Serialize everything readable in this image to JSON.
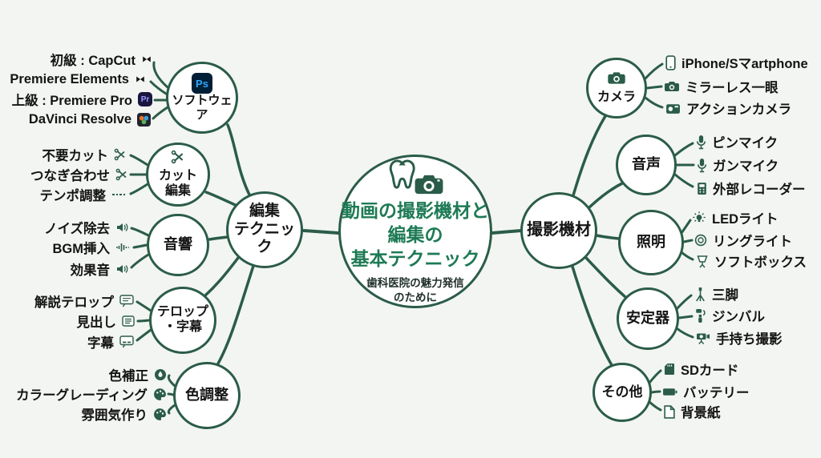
{
  "colors": {
    "background": "#f2f5f1",
    "line": "#2b5c49",
    "center_title": "#1e7a55",
    "node_border": "#2b5c49",
    "leaf_icon": "#2b5c49"
  },
  "center": {
    "title": "動画の撮影機材と\n編集の\n基本テクニック",
    "subtitle": "歯科医院の魅力発信\nのために",
    "icons": [
      "tooth-icon",
      "camera-icon"
    ]
  },
  "badges": {
    "photoshop": "Ps",
    "premiere_pro": "Pr"
  },
  "left": {
    "label": "編集\nテクニック",
    "groups": [
      {
        "label": "ソフトウェ\nア",
        "icon": "photoshop-icon",
        "items": [
          {
            "label": "初級 : CapCut",
            "icon": "capcut-icon"
          },
          {
            "label": "Premiere Elements",
            "icon": "capcut-icon"
          },
          {
            "label": "上級 : Premiere Pro",
            "icon": "premiere-pro-icon"
          },
          {
            "label": "DaVinci Resolve",
            "icon": "davinci-resolve-icon"
          }
        ]
      },
      {
        "label": "カット\n編集",
        "icon": "scissors-icon",
        "items": [
          {
            "label": "不要カット",
            "icon": "scissors-icon"
          },
          {
            "label": "つなぎ合わせ",
            "icon": "scissors-icon"
          },
          {
            "label": "テンポ調整",
            "icon": "dashed-line-icon"
          }
        ]
      },
      {
        "label": "音響",
        "items": [
          {
            "label": "ノイズ除去",
            "icon": "speaker-icon"
          },
          {
            "label": "BGM挿入",
            "icon": "waveform-icon"
          },
          {
            "label": "効果音",
            "icon": "speaker-icon"
          }
        ]
      },
      {
        "label": "テロップ\n・字幕",
        "items": [
          {
            "label": "解説テロップ",
            "icon": "caption-bubble-icon"
          },
          {
            "label": "見出し",
            "icon": "list-icon"
          },
          {
            "label": "字幕",
            "icon": "subtitle-bubble-icon"
          }
        ]
      },
      {
        "label": "色調整",
        "items": [
          {
            "label": "色補正",
            "icon": "color-drop-icon"
          },
          {
            "label": "カラーグレーディング",
            "icon": "palette-icon"
          },
          {
            "label": "雰囲気作り",
            "icon": "palette-icon"
          }
        ]
      }
    ]
  },
  "right": {
    "label": "撮影機材",
    "groups": [
      {
        "label": "カメラ",
        "icon": "camera-icon",
        "items": [
          {
            "label": "iPhone/Sマartphone",
            "icon": "smartphone-icon"
          },
          {
            "label": "ミラーレス一眼",
            "icon": "camera-icon"
          },
          {
            "label": "アクションカメラ",
            "icon": "action-camera-icon"
          }
        ]
      },
      {
        "label": "音声",
        "items": [
          {
            "label": "ピンマイク",
            "icon": "microphone-icon"
          },
          {
            "label": "ガンマイク",
            "icon": "microphone-icon"
          },
          {
            "label": "外部レコーダー",
            "icon": "recorder-icon"
          }
        ]
      },
      {
        "label": "照明",
        "items": [
          {
            "label": "LEDライト",
            "icon": "led-bulb-icon"
          },
          {
            "label": "リングライト",
            "icon": "ring-light-icon"
          },
          {
            "label": "ソフトボックス",
            "icon": "softbox-icon"
          }
        ]
      },
      {
        "label": "安定器",
        "items": [
          {
            "label": "三脚",
            "icon": "tripod-icon"
          },
          {
            "label": "ジンバル",
            "icon": "gimbal-icon"
          },
          {
            "label": "手持ち撮影",
            "icon": "handheld-camera-icon"
          }
        ]
      },
      {
        "label": "その他",
        "items": [
          {
            "label": "SDカード",
            "icon": "sd-card-icon"
          },
          {
            "label": "バッテリー",
            "icon": "battery-icon"
          },
          {
            "label": "背景紙",
            "icon": "paper-icon"
          }
        ]
      }
    ]
  }
}
